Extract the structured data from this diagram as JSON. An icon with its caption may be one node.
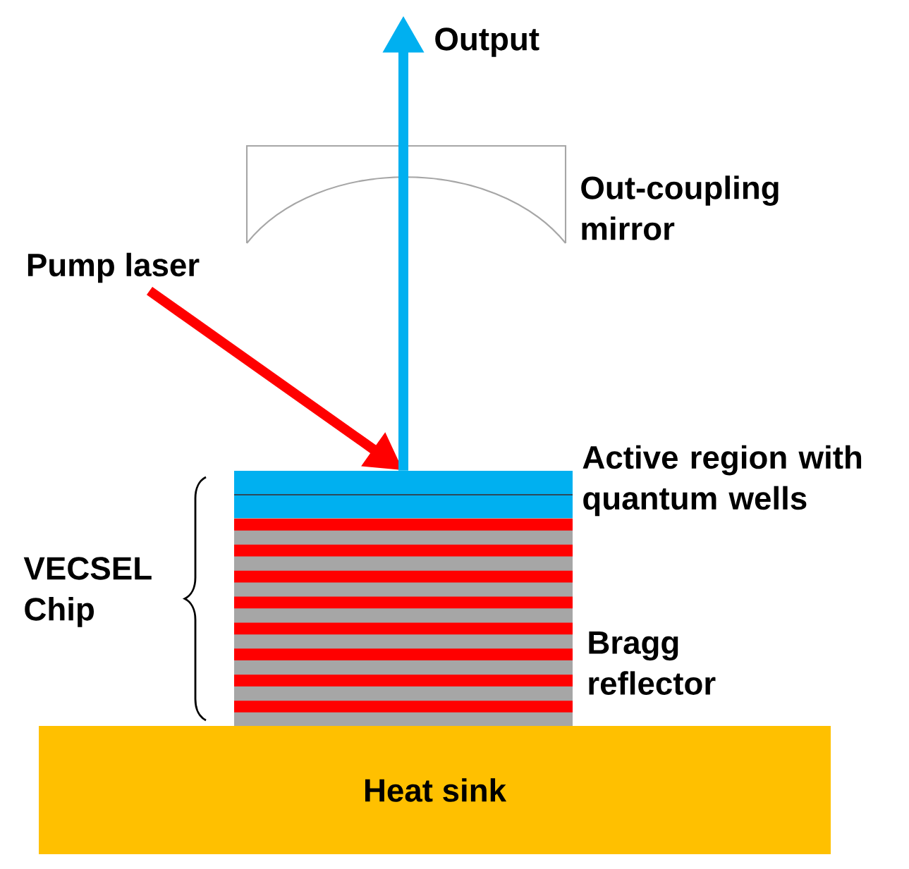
{
  "diagram": {
    "nodes": [
      {
        "text": [
          "Pump laser"
        ]
      },
      {
        "text": [],
        "shape": "box",
        "beside": [
          "Active region with quantum wells"
        ]
      },
      {
        "text": [],
        "shape": "box",
        "beside": [
          "Bragg reflector"
        ]
      },
      {
        "text": [
          "Heat sink"
        ]
      }
    ],
    "edges": [
      {
        "from": 0,
        "to": 1,
        "arrow": "to",
        "color": "#ff0000"
      },
      {
        "from": 1,
        "to": null,
        "arrow": "to",
        "color": "#00b0f0"
      }
    ],
    "labels": [
      "Output",
      "Out-coupling mirror",
      "VECSEL Chip"
    ]
  }
}
